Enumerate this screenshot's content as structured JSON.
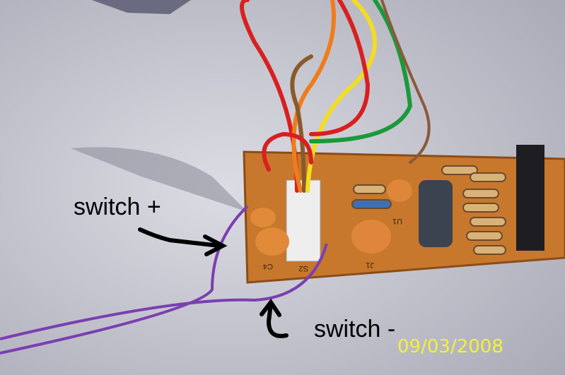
{
  "annotations": {
    "switch_plus": "switch +",
    "switch_minus": "switch -"
  },
  "date_stamp": "09/03/2008",
  "board_labels": {
    "c4": "C4",
    "s2": "S2",
    "j1": "J1",
    "u1": "U1"
  },
  "colors": {
    "background": "#c9c9d3",
    "pcb": "#c7782c",
    "wire_purple": "#7a3fb0",
    "date": "#f2f23a"
  }
}
